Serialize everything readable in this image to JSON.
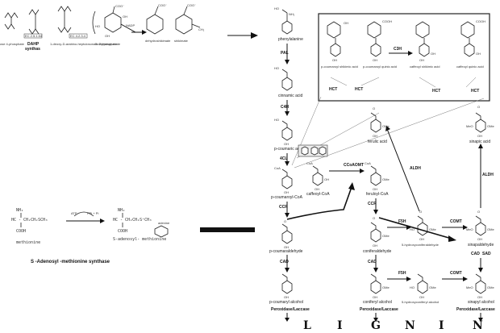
{
  "shikimate": {
    "lbl_1": "ose 4-phosphate",
    "lbl_2": "DAHP",
    "lbl_3": "synthas",
    "lbl_4": "1-deoxy-D-arabino-heptulosonate 7-phosphate",
    "lbl_5": "3-dehydroquinate",
    "lbl_6": "NADP",
    "lbl_7": "dehydroshikimate",
    "lbl_8": "shikimate",
    "box_1": "EC 2.5.1.54",
    "box_2": "EC 4.2.3.4"
  },
  "pathway": {
    "phenylalanine": "phenylalanine",
    "pal": "PAL",
    "cinnamic": "cinnamic acid",
    "c4h": "C4H",
    "pcoumaric_acid": "p-coumaric acid",
    "fourcl": "4CL",
    "pcoumaroyl_coa": "p-coumaroyl-CoA",
    "ccr1": "CCR",
    "pcoumaraldehyde": "p-coumaraldehyde",
    "cad1": "CAD",
    "pcoumaryl_alcohol": "p-coumaryl alcohol",
    "perox1": "Peroxidase/Laccase",
    "caffeoyl_coa": "caffeoyl-CoA",
    "ccoaomt": "CCoAOMT",
    "feruloyl_coa": "feruloyl-CoA",
    "ccr2": "CCR",
    "coniferaldehyde": "coniferaldehyde",
    "cad2": "CAD",
    "coniferyl_alcohol": "coniferyl alcohol",
    "perox2": "Peroxidase/Laccase",
    "ferulic_acid": "ferulic acid",
    "aldh1": "ALDH",
    "f5h1": "F5H",
    "hydroxyconiferaldehyde": "5-hydroxyconiferaldehyde",
    "comt1": "COMT",
    "sinapaldehyde": "sinapaldehyde",
    "cad3": "CAD",
    "sad": "SAD",
    "sinapyl_alcohol": "sinapyl alcohol",
    "perox3": "Peroxidase/Laccase",
    "sinapic_acid": "sinapic acid",
    "aldh2": "ALDH",
    "f5h2": "F5H",
    "hydroxyconiferyl_alcohol": "5-hydroxyconiferyl alcohol",
    "comt2": "COMT",
    "coa": "CoA"
  },
  "inset": {
    "c1": "p-coumaroyl shikimic acid",
    "c2": "p-coumaroyl quinic acid",
    "c3": "caffeoyl shikimic acid",
    "c4": "caffeoyl quinic acid",
    "c3h": "C3H",
    "hct1": "HCT",
    "hct2": "HCT",
    "hct3": "HCT",
    "hct4": "HCT"
  },
  "sam": {
    "methionine": "methionine",
    "atp": "ATP",
    "ppi": "PPi + Pi",
    "sam_label": "S-adenosyl- methionine",
    "adenine": "adenine",
    "title": "S -Adenosyl    -methionine    synthase"
  },
  "lignin": {
    "letters": [
      "L",
      "I",
      "G",
      "N",
      "I",
      "N"
    ]
  }
}
